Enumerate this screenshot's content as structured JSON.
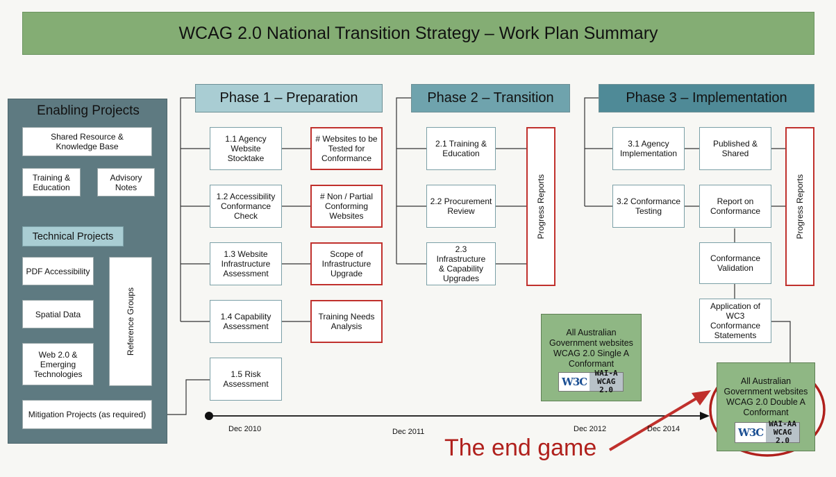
{
  "title": "WCAG 2.0 National Transition Strategy – Work Plan Summary",
  "enabling": {
    "heading": "Enabling Projects",
    "shared": "Shared Resource &\nKnowledge Base",
    "training": "Training &\nEducation",
    "advisory": "Advisory\nNotes",
    "technical_heading": "Technical Projects",
    "pdf": "PDF Accessibility",
    "spatial": "Spatial Data",
    "web20": "Web 2.0 &\nEmerging\nTechnologies",
    "reference": "Reference Groups",
    "mitigation": "Mitigation Projects (as required)"
  },
  "phase1": {
    "title": "Phase 1 – Preparation",
    "items": [
      "1.1 Agency\nWebsite\nStocktake",
      "1.2 Accessibility\nConformance\nCheck",
      "1.3 Website\nInfrastructure\nAssessment",
      "1.4 Capability\nAssessment",
      "1.5 Risk\nAssessment"
    ],
    "outputs": [
      "# Websites to be\nTested for\nConformance",
      "# Non / Partial\nConforming\nWebsites",
      "Scope of\nInfrastructure\nUpgrade",
      "Training Needs\nAnalysis"
    ]
  },
  "phase2": {
    "title": "Phase 2 – Transition",
    "items": [
      "2.1 Training &\nEducation",
      "2.2 Procurement\nReview",
      "2.3 Infrastructure\n& Capability\nUpgrades"
    ],
    "reports": "Progress Reports"
  },
  "phase3": {
    "title": "Phase 3 – Implementation",
    "items": [
      "3.1 Agency\nImplementation",
      "3.2 Conformance\nTesting"
    ],
    "published": "Published &\nShared",
    "report": "Report on\nConformance",
    "validation": "Conformance\nValidation",
    "application": "Application of\nWC3\nConformance\nStatements",
    "reports": "Progress Reports"
  },
  "milestones": {
    "single_a": "All Australian\nGovernment websites\nWCAG 2.0 Single A\nConformant",
    "double_a": "All Australian\nGovernment websites\nWCAG 2.0 Double A\nConformant",
    "badge_logo": "W3C",
    "badge_a": "WAI-A\nWCAG 2.0",
    "badge_aa": "WAI-AA\nWCAG 2.0"
  },
  "timeline": [
    "Dec 2010",
    "Dec 2011",
    "Dec 2012",
    "Dec 2014"
  ],
  "annotation": "The end game",
  "colors": {
    "title_bg": "#84ad74",
    "panel": "#5e7a81",
    "phase_light": "#a9cdd3",
    "phase_mid": "#6fa3ad",
    "phase_dark": "#4f8a97",
    "red": "#c0302c"
  }
}
